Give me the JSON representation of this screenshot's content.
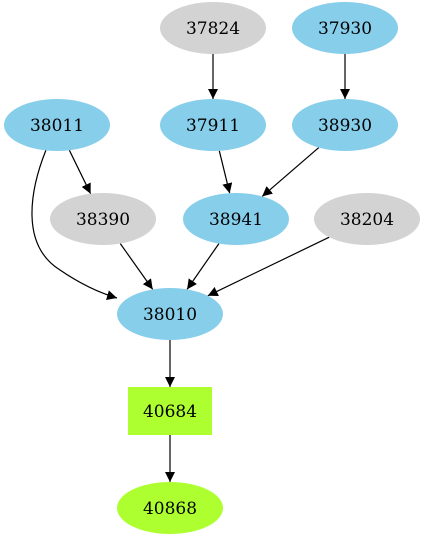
{
  "colors": {
    "blue": "#87ceeb",
    "gray": "#d3d3d3",
    "green": "#adff2f",
    "edge": "#000000"
  },
  "nodes": [
    {
      "id": "37824",
      "shape": "ellipse",
      "color": "gray"
    },
    {
      "id": "37930",
      "shape": "ellipse",
      "color": "blue"
    },
    {
      "id": "38011",
      "shape": "ellipse",
      "color": "blue"
    },
    {
      "id": "37911",
      "shape": "ellipse",
      "color": "blue"
    },
    {
      "id": "38930",
      "shape": "ellipse",
      "color": "blue"
    },
    {
      "id": "38390",
      "shape": "ellipse",
      "color": "gray"
    },
    {
      "id": "38941",
      "shape": "ellipse",
      "color": "blue"
    },
    {
      "id": "38204",
      "shape": "ellipse",
      "color": "gray"
    },
    {
      "id": "38010",
      "shape": "ellipse",
      "color": "blue"
    },
    {
      "id": "40684",
      "shape": "box",
      "color": "green"
    },
    {
      "id": "40868",
      "shape": "ellipse",
      "color": "green"
    }
  ],
  "edges": [
    {
      "from": "37824",
      "to": "37911"
    },
    {
      "from": "37930",
      "to": "38930"
    },
    {
      "from": "38011",
      "to": "38390"
    },
    {
      "from": "38011",
      "to": "38010"
    },
    {
      "from": "37911",
      "to": "38941"
    },
    {
      "from": "38930",
      "to": "38941"
    },
    {
      "from": "38390",
      "to": "38010"
    },
    {
      "from": "38941",
      "to": "38010"
    },
    {
      "from": "38204",
      "to": "38010"
    },
    {
      "from": "38010",
      "to": "40684"
    },
    {
      "from": "40684",
      "to": "40868"
    }
  ]
}
